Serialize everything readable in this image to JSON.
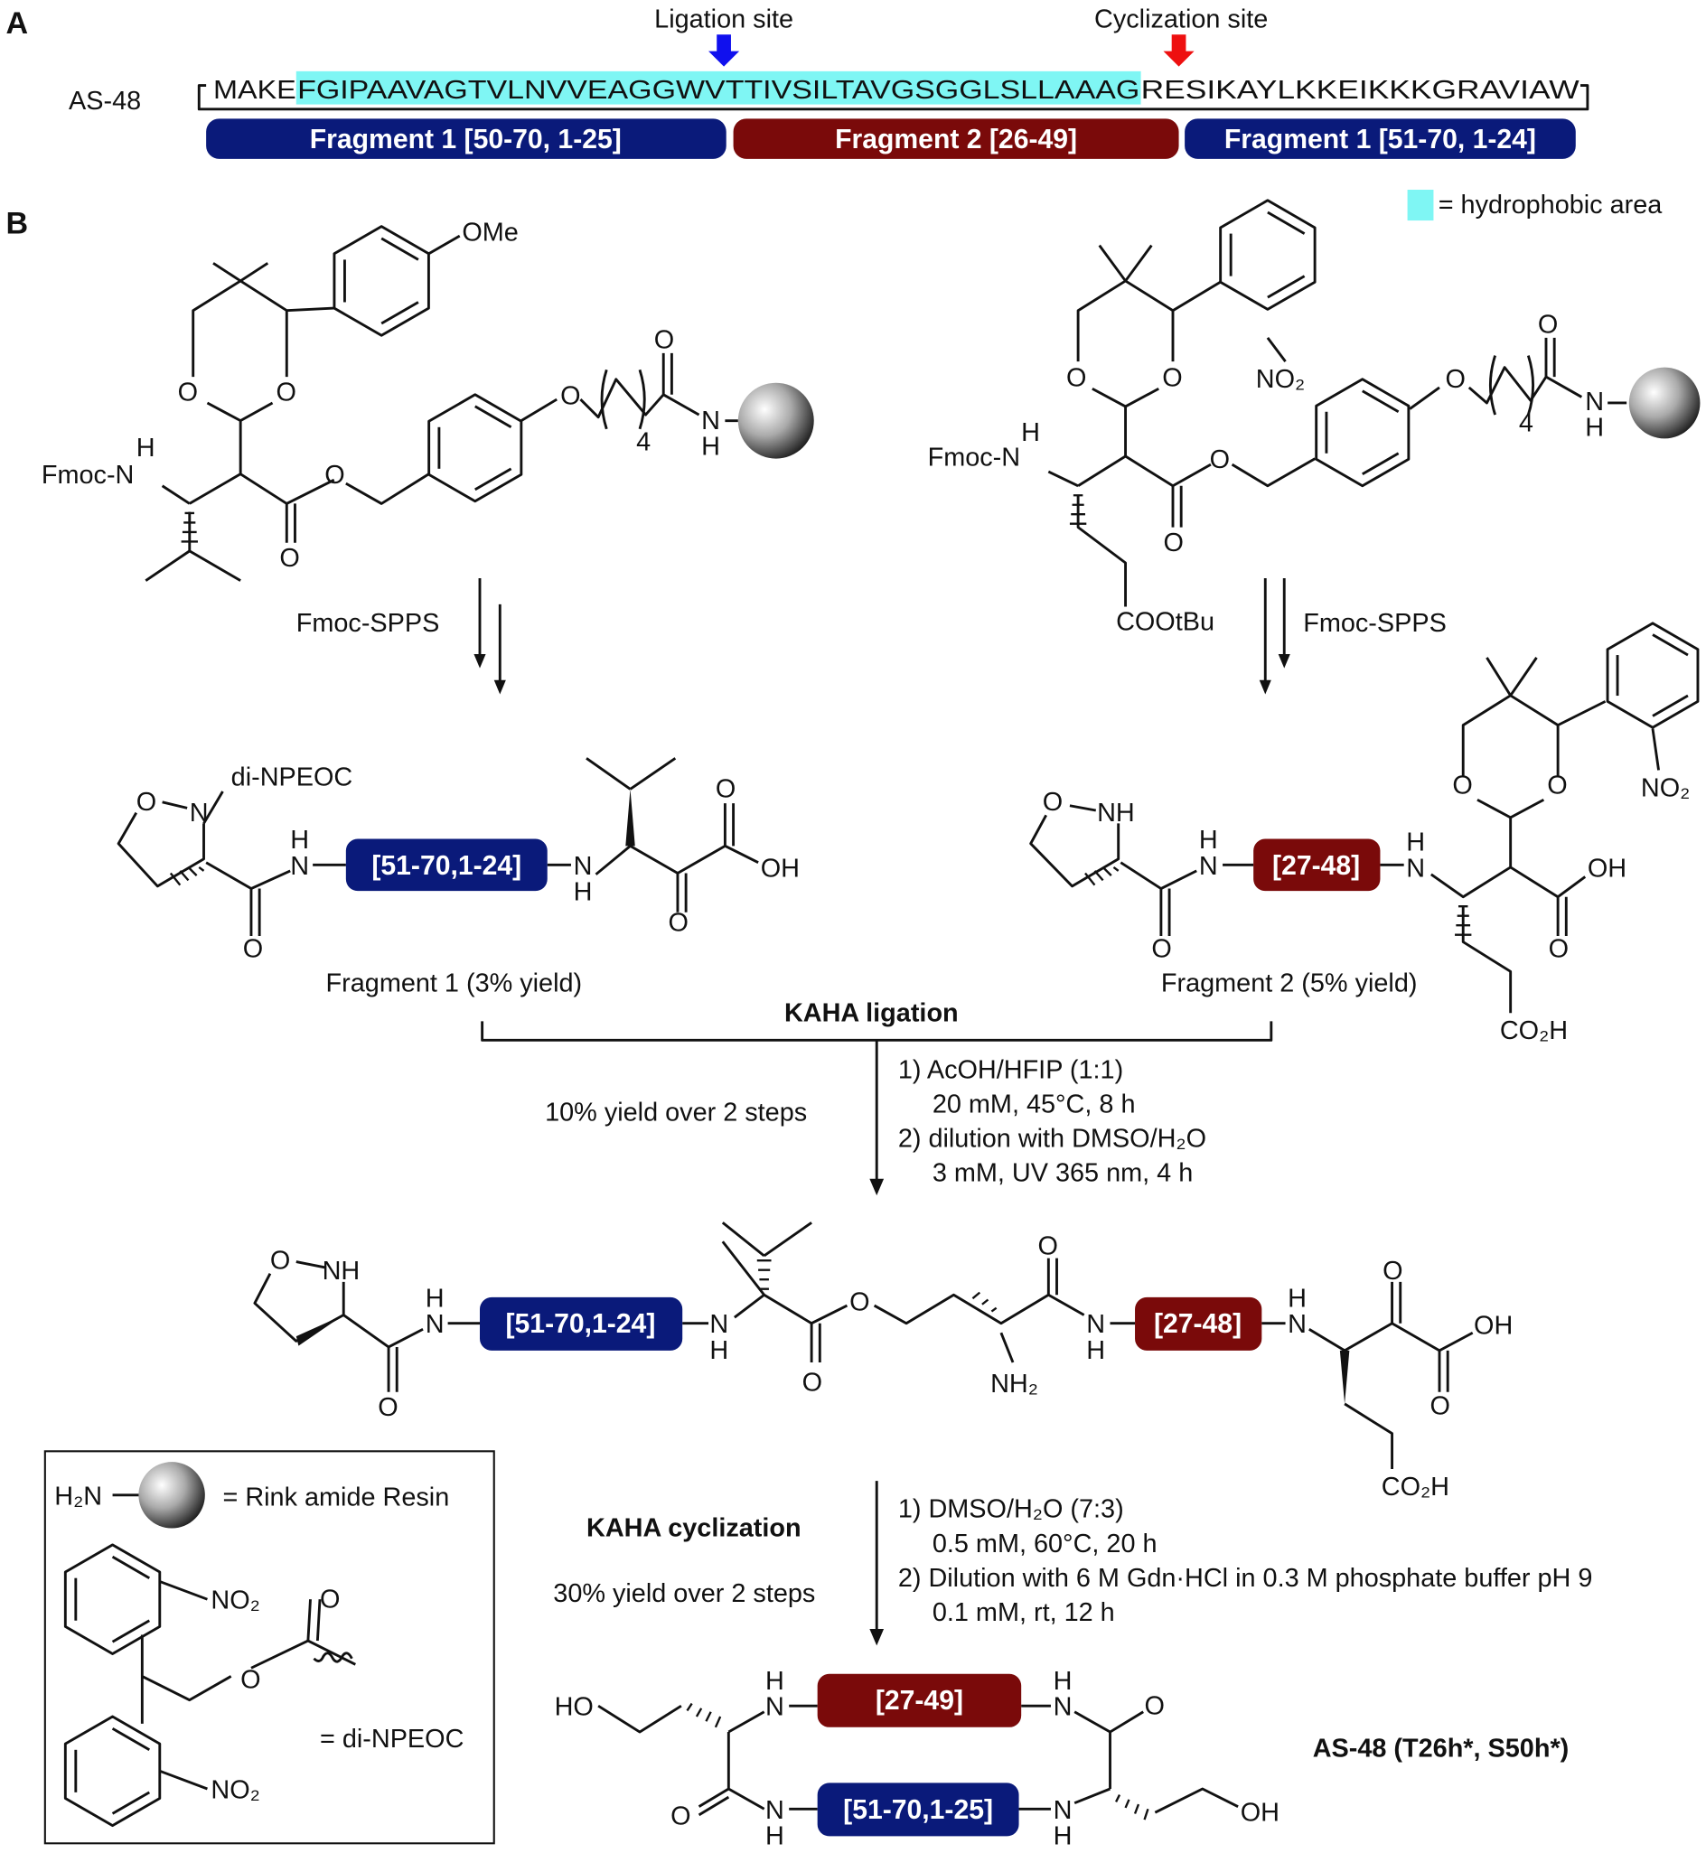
{
  "panel_a": {
    "label": "A",
    "ligation_site": "Ligation site",
    "cyclization_site": "Cyclization site",
    "protein_name": "AS-48",
    "sequence_start": "MAKE",
    "sequence_hydrophobic": "FGIPAAVAGTVLNVVEAGGWVTTIVSILTAVGSGGLSLLAAAG",
    "sequence_end": "RESIKAYLKKEIKKKGRAVIAW",
    "fragments": [
      {
        "label": "Fragment 1 [50-70, 1-25]",
        "color": "#0a1a7a"
      },
      {
        "label": "Fragment 2 [26-49]",
        "color": "#7a0a0a"
      },
      {
        "label": "Fragment 1 [51-70, 1-24]",
        "color": "#0a1a7a"
      }
    ],
    "ligation_arrow_color": "#1010ee",
    "cyclization_arrow_color": "#ee1010",
    "highlight_color": "#7ff6f4"
  },
  "panel_b": {
    "label": "B",
    "legend_hydrophobic": "= hydrophobic area",
    "fmoc_n": "Fmoc-N",
    "ome": "OMe",
    "subscript_4": "4",
    "cooTbu": "COOtBu",
    "step_spps": "Fmoc-SPPS",
    "di_npeoc": "di-NPEOC",
    "fragment1_caption": "Fragment 1 (3% yield)",
    "fragment2_caption": "Fragment 2 (5% yield)",
    "pill_51_70_1_24": "[51-70,1-24]",
    "pill_27_48": "[27-48]",
    "pill_27_49": "[27-49]",
    "pill_51_70_1_25": "[51-70,1-25]",
    "kaha_ligation": "KAHA ligation",
    "ligation_yield": "10% yield over 2 steps",
    "ligation_conditions": [
      "1) AcOH/HFIP (1:1)",
      "20 mM, 45°C, 8 h",
      "2) dilution with DMSO/H₂O",
      "3 mM, UV 365 nm, 4 h"
    ],
    "kaha_cyclization": "KAHA cyclization",
    "cyclization_yield": "30% yield over 2 steps",
    "cyclization_conditions": [
      "1) DMSO/H₂O (7:3)",
      "0.5 mM, 60°C, 20 h",
      "2) Dilution with 6 M Gdn·HCl in 0.3 M phosphate buffer pH 9",
      "0.1 mM, rt, 12 h"
    ],
    "product_name": "AS-48 (T26h*, S50h*)",
    "legend_box": {
      "h2n": "H₂N",
      "rink": "= Rink amide Resin",
      "di_npeoc_def": "= di-NPEOC"
    }
  },
  "atoms": {
    "O": "O",
    "N": "N",
    "H": "H",
    "OH": "OH",
    "NH": "NH",
    "HO": "HO",
    "NO2": "NO₂",
    "CO2H": "CO₂H",
    "NH2": "NH₂"
  }
}
